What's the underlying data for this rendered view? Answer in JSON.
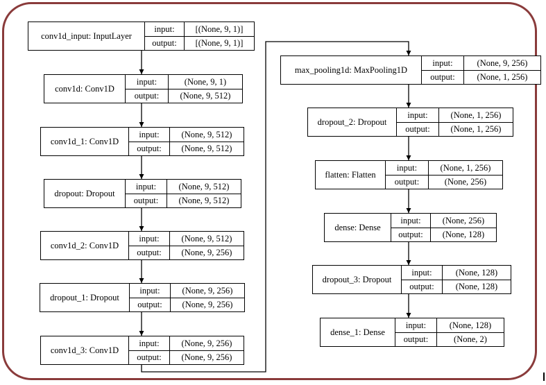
{
  "io_labels": {
    "input": "input:",
    "output": "output:"
  },
  "layers": [
    {
      "id": "conv1d-input",
      "name": "conv1d_input: InputLayer",
      "input": "[(None, 9, 1)]",
      "output": "[(None, 9, 1)]"
    },
    {
      "id": "conv1d",
      "name": "conv1d: Conv1D",
      "input": "(None, 9, 1)",
      "output": "(None, 9, 512)"
    },
    {
      "id": "conv1d-1",
      "name": "conv1d_1: Conv1D",
      "input": "(None, 9, 512)",
      "output": "(None, 9, 512)"
    },
    {
      "id": "dropout",
      "name": "dropout: Dropout",
      "input": "(None, 9, 512)",
      "output": "(None, 9, 512)"
    },
    {
      "id": "conv1d-2",
      "name": "conv1d_2: Conv1D",
      "input": "(None, 9, 512)",
      "output": "(None, 9, 256)"
    },
    {
      "id": "dropout-1",
      "name": "dropout_1: Dropout",
      "input": "(None, 9, 256)",
      "output": "(None, 9, 256)"
    },
    {
      "id": "conv1d-3",
      "name": "conv1d_3: Conv1D",
      "input": "(None, 9, 256)",
      "output": "(None, 9, 256)"
    },
    {
      "id": "max-pooling1d",
      "name": "max_pooling1d: MaxPooling1D",
      "input": "(None, 9, 256)",
      "output": "(None, 1, 256)"
    },
    {
      "id": "dropout-2",
      "name": "dropout_2: Dropout",
      "input": "(None, 1, 256)",
      "output": "(None, 1, 256)"
    },
    {
      "id": "flatten",
      "name": "flatten: Flatten",
      "input": "(None, 1, 256)",
      "output": "(None, 256)"
    },
    {
      "id": "dense",
      "name": "dense: Dense",
      "input": "(None, 256)",
      "output": "(None, 128)"
    },
    {
      "id": "dropout-3",
      "name": "dropout_3: Dropout",
      "input": "(None, 128)",
      "output": "(None, 128)"
    },
    {
      "id": "dense-1",
      "name": "dense_1: Dense",
      "input": "(None, 128)",
      "output": "(None, 2)"
    }
  ],
  "connections": [
    [
      "conv1d-input",
      "conv1d"
    ],
    [
      "conv1d",
      "conv1d-1"
    ],
    [
      "conv1d-1",
      "dropout"
    ],
    [
      "dropout",
      "conv1d-2"
    ],
    [
      "conv1d-2",
      "dropout-1"
    ],
    [
      "dropout-1",
      "conv1d-3"
    ],
    [
      "conv1d-3",
      "max-pooling1d"
    ],
    [
      "max-pooling1d",
      "dropout-2"
    ],
    [
      "dropout-2",
      "flatten"
    ],
    [
      "flatten",
      "dense"
    ],
    [
      "dense",
      "dropout-3"
    ],
    [
      "dropout-3",
      "dense-1"
    ]
  ]
}
